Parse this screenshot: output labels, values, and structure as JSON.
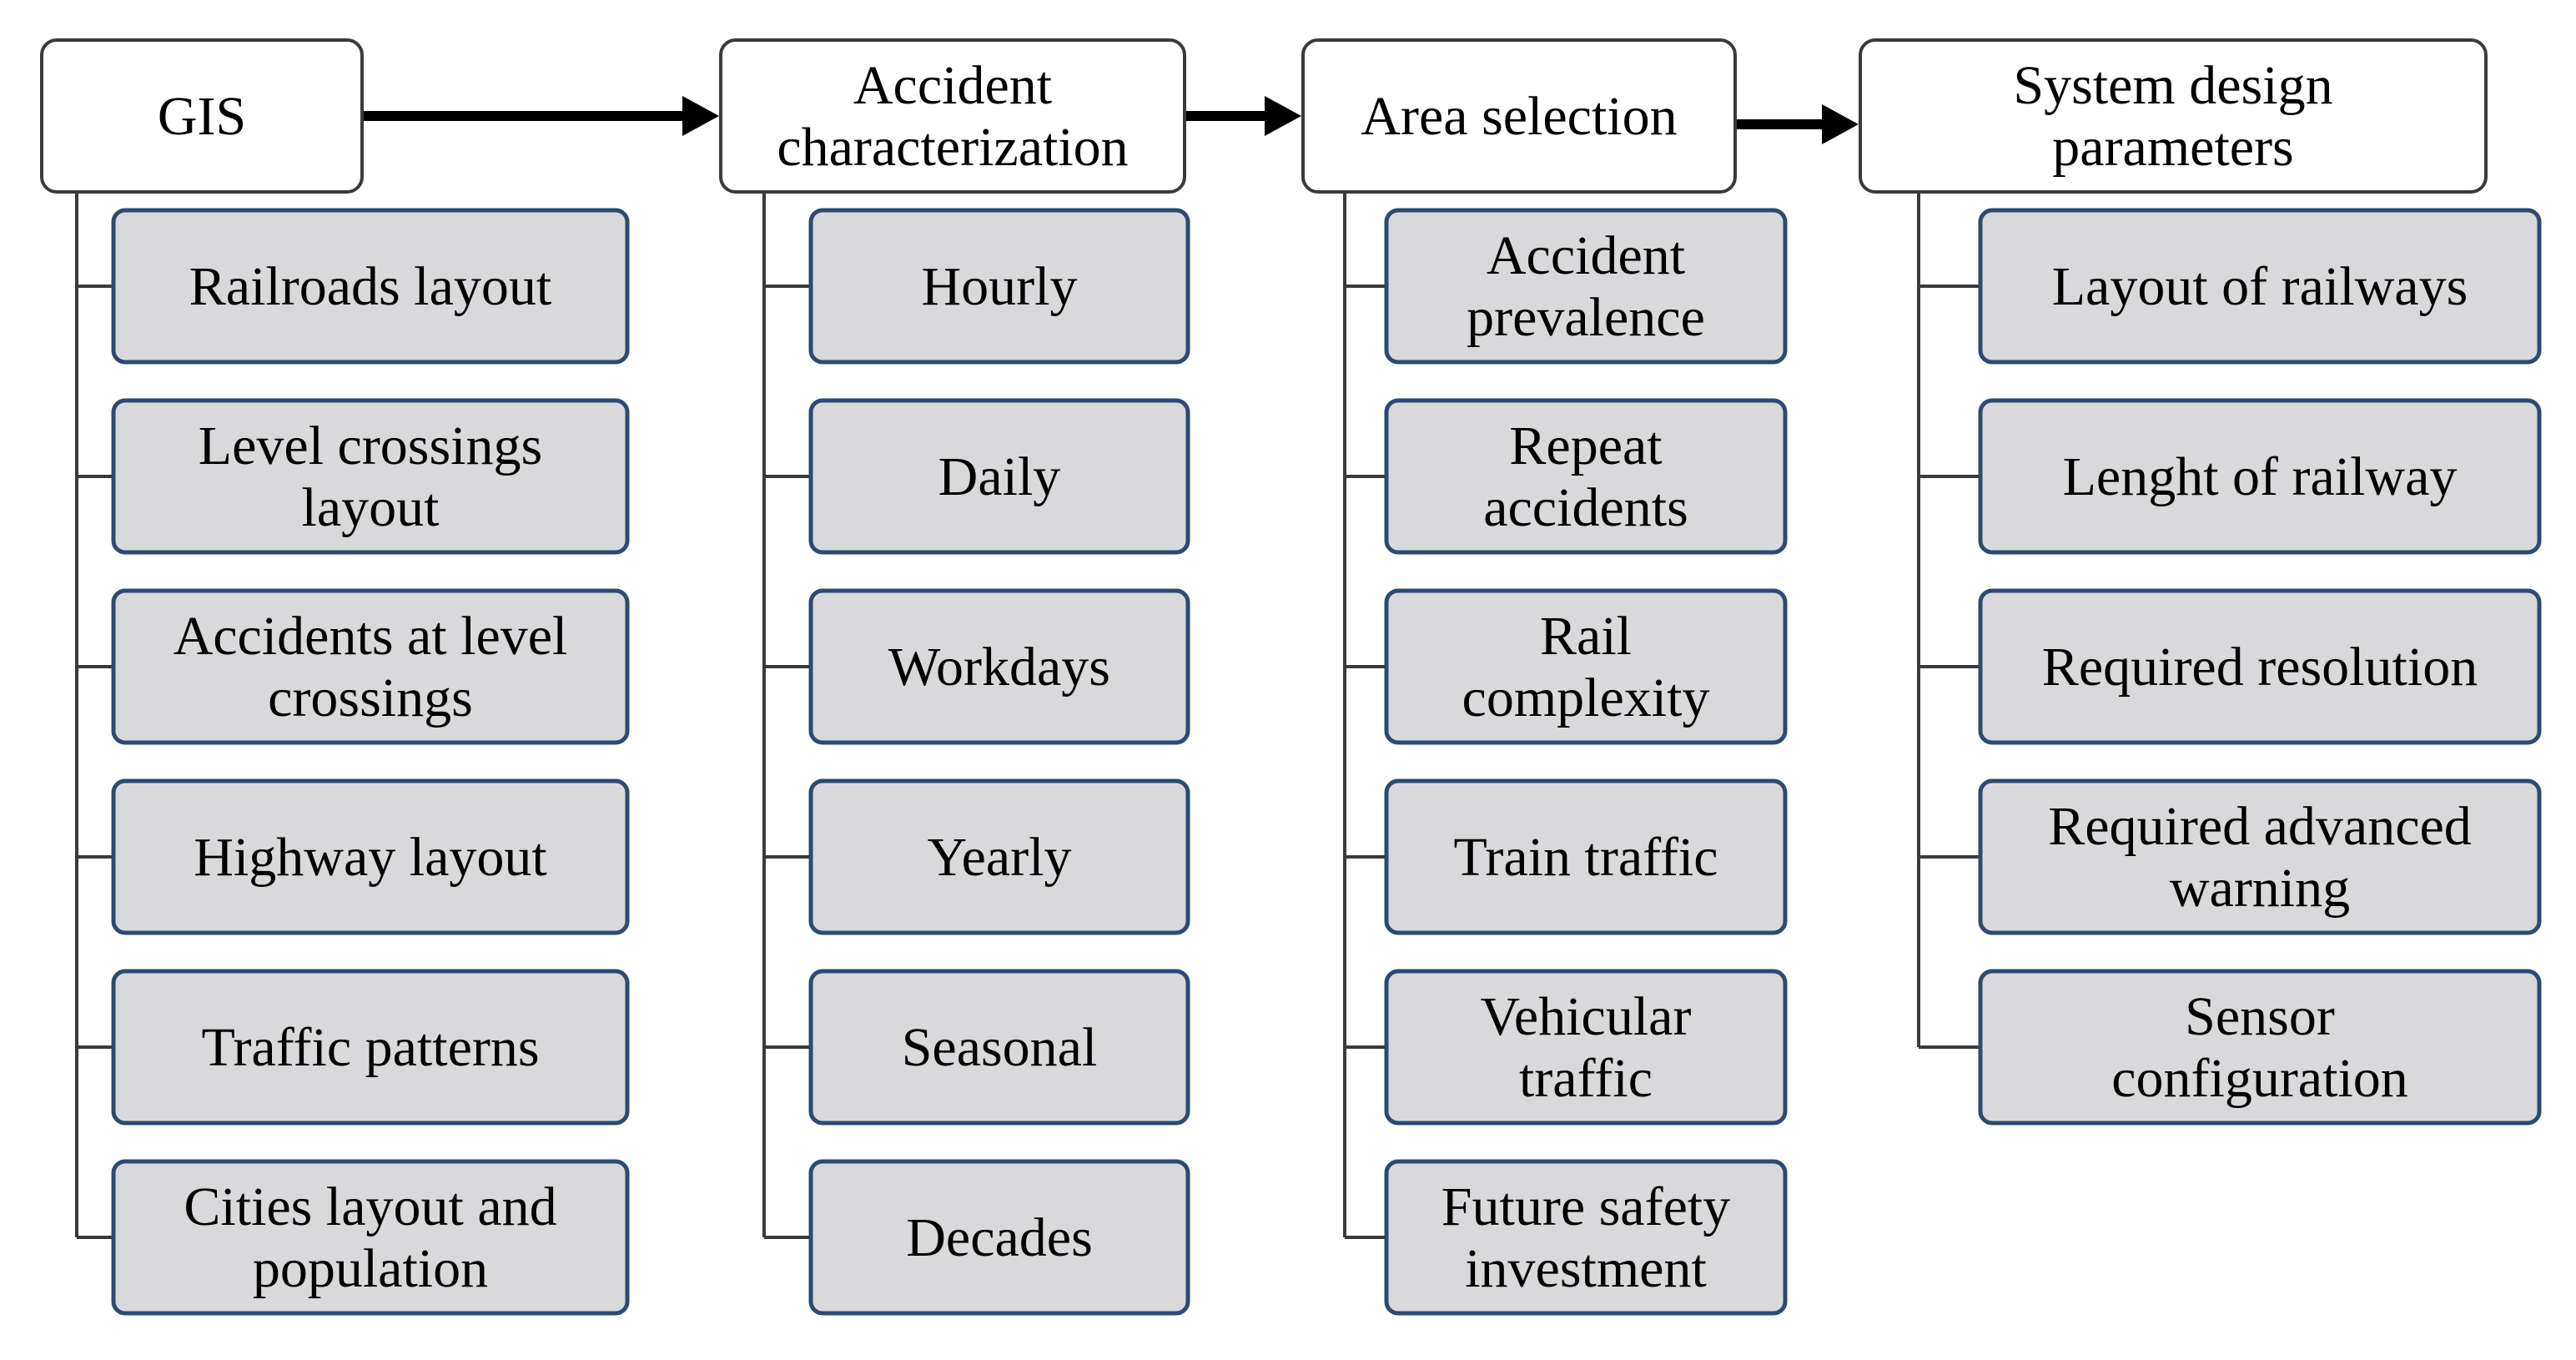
{
  "colors": {
    "header_fill": "#ffffff",
    "header_stroke": "#3a3a3a",
    "item_fill": "#d9d9dc",
    "item_stroke": "#2c4a72",
    "connector": "#3a3a3a",
    "arrow": "#000000"
  },
  "columns": [
    {
      "header": [
        "GIS"
      ],
      "items": [
        [
          "Railroads layout"
        ],
        [
          "Level crossings",
          "layout"
        ],
        [
          "Accidents at level",
          "crossings"
        ],
        [
          "Highway layout"
        ],
        [
          "Traffic patterns"
        ],
        [
          "Cities layout and",
          "population"
        ]
      ]
    },
    {
      "header": [
        "Accident",
        "characterization"
      ],
      "items": [
        [
          "Hourly"
        ],
        [
          "Daily"
        ],
        [
          "Workdays"
        ],
        [
          "Yearly"
        ],
        [
          "Seasonal"
        ],
        [
          "Decades"
        ]
      ]
    },
    {
      "header": [
        "Area selection"
      ],
      "items": [
        [
          "Accident",
          "prevalence"
        ],
        [
          "Repeat",
          "accidents"
        ],
        [
          "Rail",
          "complexity"
        ],
        [
          "Train traffic"
        ],
        [
          "Vehicular",
          "traffic"
        ],
        [
          "Future safety",
          "investment"
        ]
      ]
    },
    {
      "header": [
        "System design",
        "parameters"
      ],
      "items": [
        [
          "Layout of railways"
        ],
        [
          "Lenght of railway"
        ],
        [
          "Required resolution"
        ],
        [
          "Required advanced",
          "warning"
        ],
        [
          "Sensor",
          "configuration"
        ]
      ]
    }
  ]
}
